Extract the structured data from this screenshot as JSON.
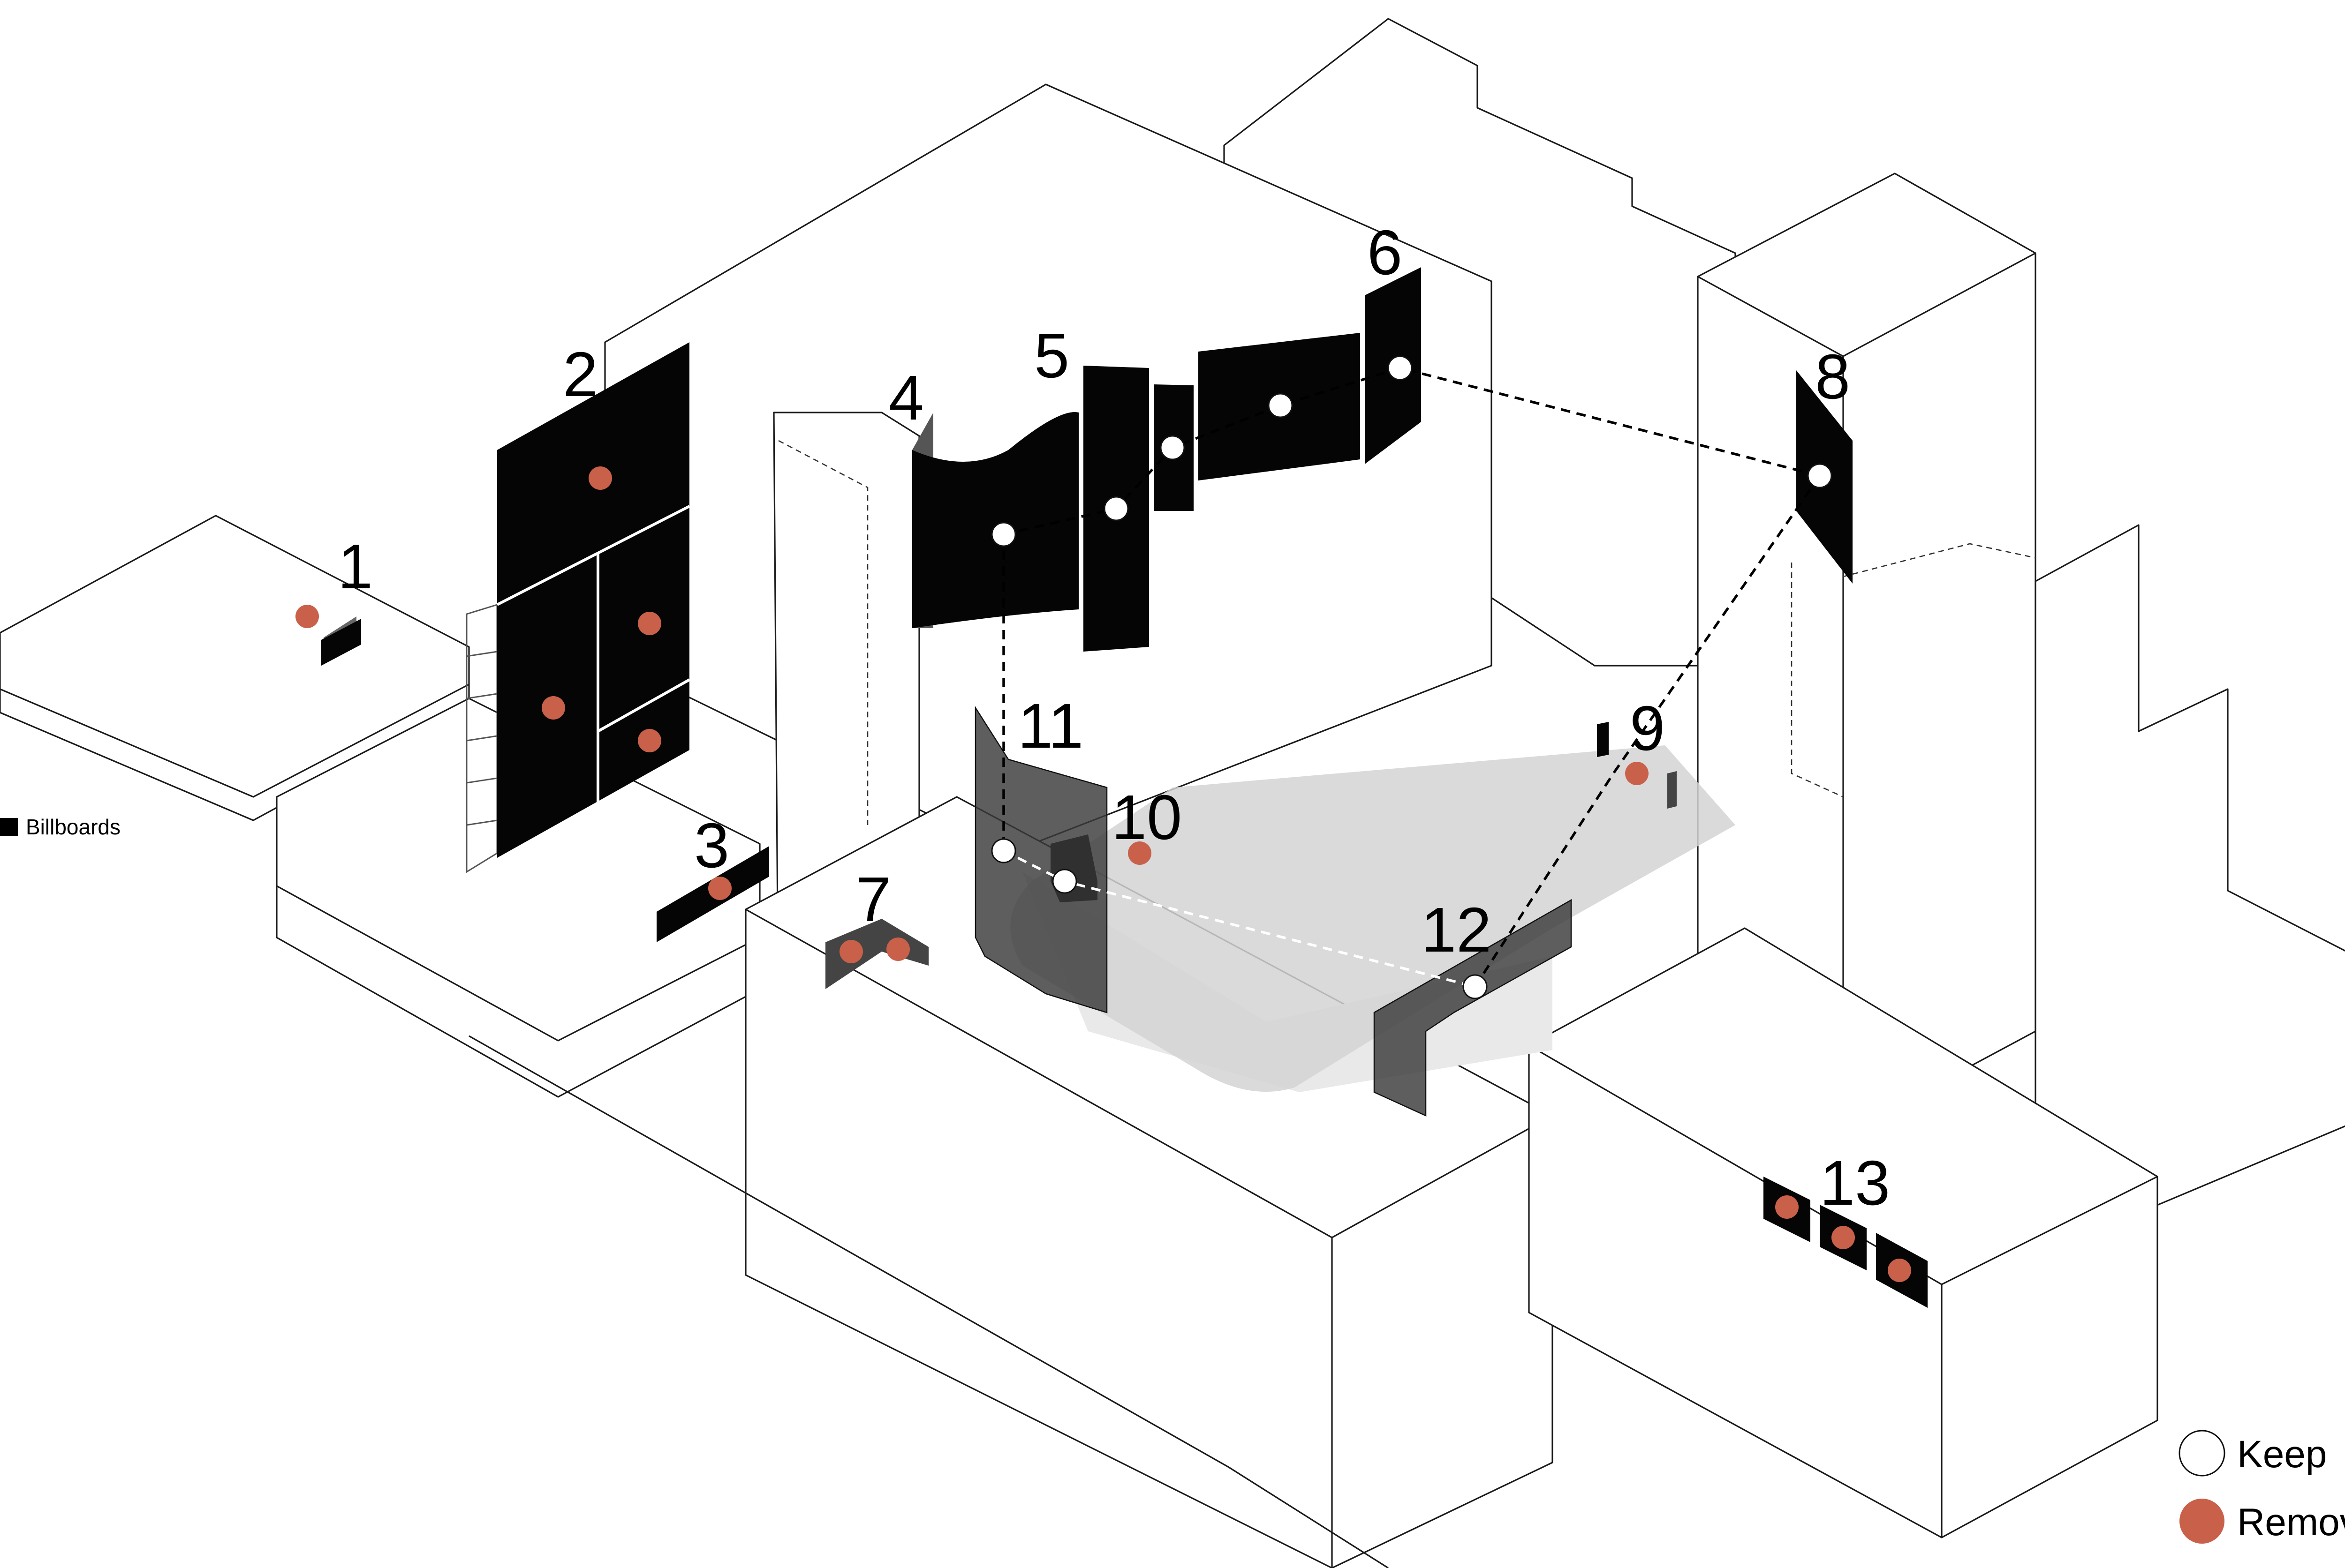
{
  "labels": [
    "1",
    "2",
    "3",
    "4",
    "5",
    "6",
    "7",
    "8",
    "9",
    "10",
    "11",
    "12",
    "13"
  ],
  "legend": {
    "billboards": "Billboards",
    "keep": "Keep",
    "remove": "Remove"
  },
  "colors": {
    "billboard": "#050505",
    "keep_marker": "#ffffff",
    "remove_marker": "#c9604a",
    "plaza": "#d4d4d4"
  }
}
